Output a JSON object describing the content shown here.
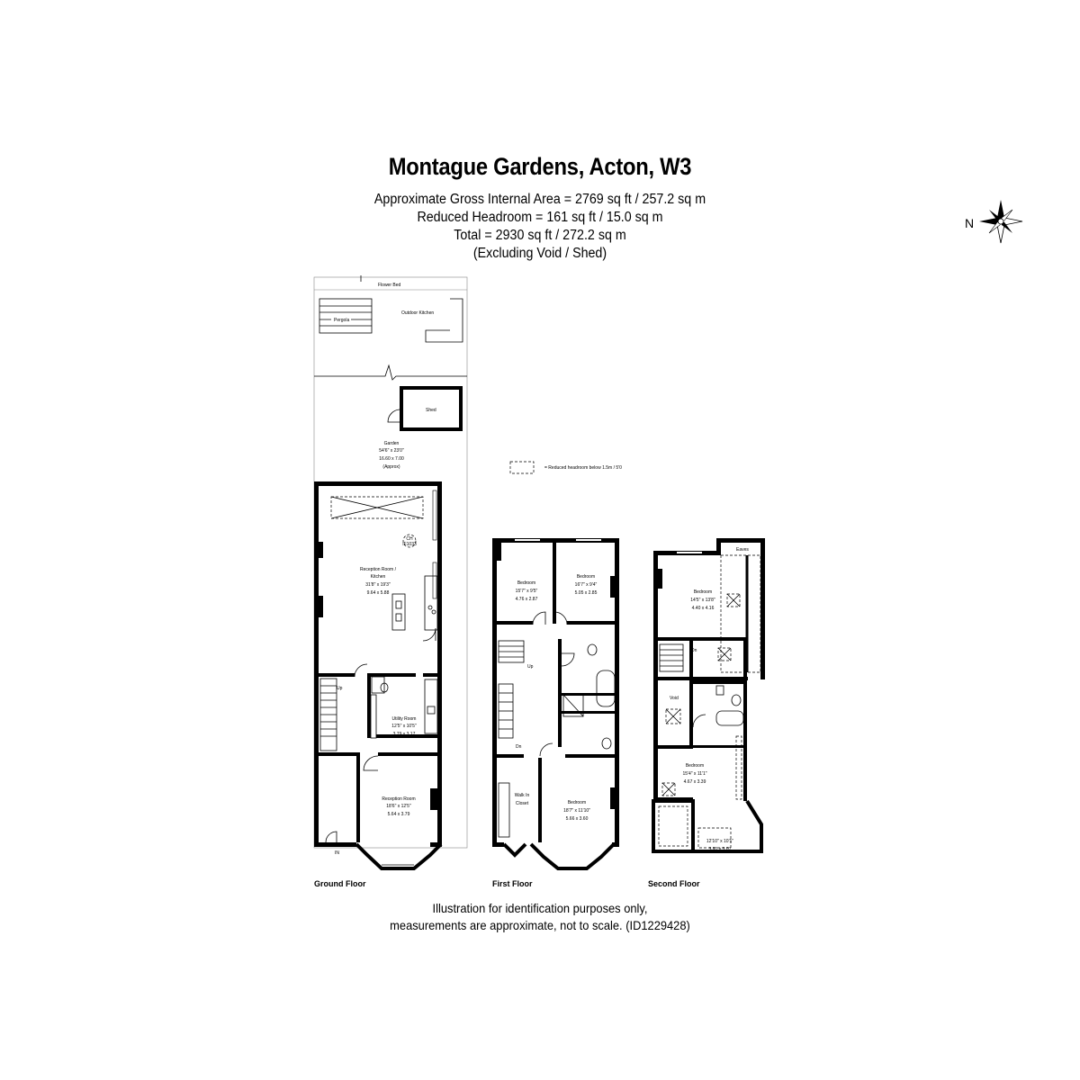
{
  "title": "Montague Gardens, Acton, W3",
  "areas": {
    "gross": "Approximate Gross Internal Area = 2769 sq ft / 257.2 sq m",
    "reduced": "Reduced Headroom =  161 sq ft / 15.0 sq m",
    "total": "Total = 2930 sq ft / 272.2 sq m",
    "note": "(Excluding Void / Shed)"
  },
  "compass": {
    "letter": "N",
    "icon": "compass-rose-icon"
  },
  "legend": {
    "text": "= Reduced headroom below 1.5m / 5'0"
  },
  "floors": {
    "ground": {
      "label": "Ground Floor",
      "flower_bed": "Flower Bed",
      "pergola": "Pergola",
      "outdoor_kitchen": "Outdoor Kitchen",
      "shed": "Shed",
      "garden": {
        "name": "Garden",
        "imperial": "54'6\" x 23'0\"",
        "metric": "16.60 x 7.00",
        "note": "(Approx)"
      },
      "reception_kitchen": {
        "name1": "Reception Room /",
        "name2": "Kitchen",
        "imperial": "31'8\" x 19'3\"",
        "metric": "9.64 x 5.88"
      },
      "cupboard": {
        "l1": "CH",
        "l2": "IF1033"
      },
      "utility": {
        "name": "Utility Room",
        "imperial": "12'5\" x 10'5\"",
        "metric": "3.79 x 3.17"
      },
      "reception": {
        "name": "Reception Room",
        "imperial": "18'6\" x 12'5\"",
        "metric": "5.64 x 3.79"
      },
      "up": "Up",
      "entrance": "IN"
    },
    "first": {
      "label": "First Floor",
      "bedroom1": {
        "name": "Bedroom",
        "imperial": "15'7\" x 9'5\"",
        "metric": "4.76 x 2.87"
      },
      "bedroom2": {
        "name": "Bedroom",
        "imperial": "16'7\" x 9'4\"",
        "metric": "5.05 x 2.85"
      },
      "bedroom3": {
        "name": "Bedroom",
        "imperial": "18'7\" x 11'10\"",
        "metric": "5.66 x 3.60"
      },
      "walkin": {
        "l1": "Walk In",
        "l2": "Closet"
      },
      "up": "Up",
      "down": "Dn"
    },
    "second": {
      "label": "Second Floor",
      "eaves": "Eaves",
      "bedroom1": {
        "name": "Bedroom",
        "imperial": "14'5\" x 13'8\"",
        "metric": "4.40 x 4.16"
      },
      "void": "Void",
      "bedroom2": {
        "name": "Bedroom",
        "imperial": "15'4\" x 11'1\"",
        "metric": "4.67 x 3.39"
      },
      "room3": {
        "imperial": "12'10\" x 10'1\"",
        "metric": "3.91 x 3.07"
      },
      "down": "Dn"
    }
  },
  "footer": {
    "line1": "Illustration for identification purposes only,",
    "line2": "measurements are approximate, not to scale. (ID1229428)"
  }
}
